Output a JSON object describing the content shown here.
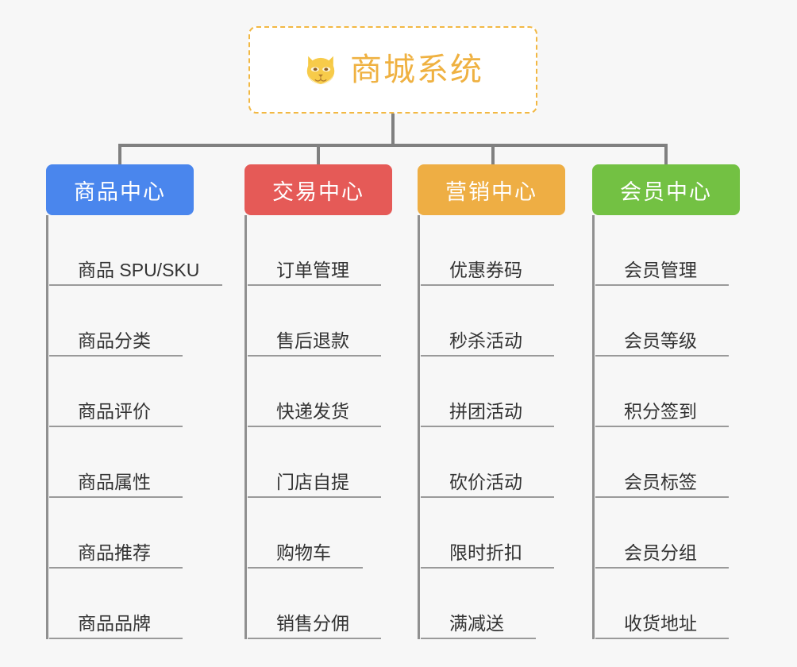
{
  "page": {
    "background_color": "#f7f7f7",
    "type": "mindmap"
  },
  "root": {
    "title": "商城系统",
    "icon": "shiba-dog-face-icon",
    "border_color": "#f2b843",
    "text_color": "#efb141",
    "background_color": "#ffffff"
  },
  "connector_color": "#808080",
  "branches": [
    {
      "label": "商品中心",
      "color": "#4a86ed",
      "items": [
        "商品 SPU/SKU",
        "商品分类",
        "商品评价",
        "商品属性",
        "商品推荐",
        "商品品牌"
      ]
    },
    {
      "label": "交易中心",
      "color": "#e55a57",
      "items": [
        "订单管理",
        "售后退款",
        "快递发货",
        "门店自提",
        "购物车",
        "销售分佣"
      ]
    },
    {
      "label": "营销中心",
      "color": "#eeae44",
      "items": [
        "优惠券码",
        "秒杀活动",
        "拼团活动",
        "砍价活动",
        "限时折扣",
        "满减送"
      ]
    },
    {
      "label": "会员中心",
      "color": "#73c143",
      "items": [
        "会员管理",
        "会员等级",
        "积分签到",
        "会员标签",
        "会员分组",
        "收货地址"
      ]
    }
  ]
}
